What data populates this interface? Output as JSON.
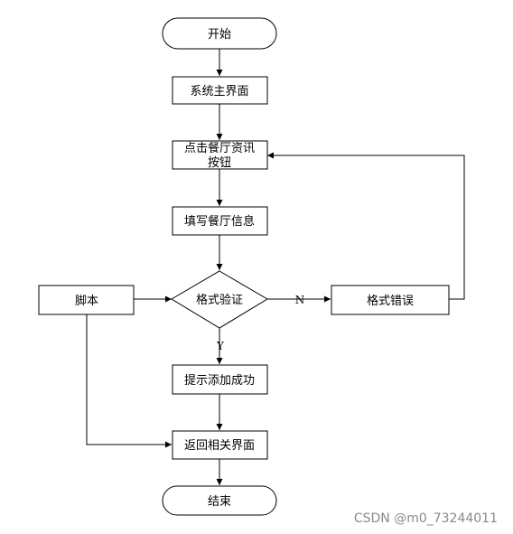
{
  "nodes": {
    "start": "开始",
    "main_ui": "系统主界面",
    "click_line1": "点击餐厅资讯",
    "click_line2": "按钮",
    "fill_info": "填写餐厅信息",
    "validate": "格式验证",
    "script": "脚本",
    "format_error": "格式错误",
    "add_success": "提示添加成功",
    "return_ui": "返回相关界面",
    "end": "结束"
  },
  "edges": {
    "no_label": "N",
    "yes_label": "Y"
  },
  "watermark": "CSDN @m0_73244011"
}
